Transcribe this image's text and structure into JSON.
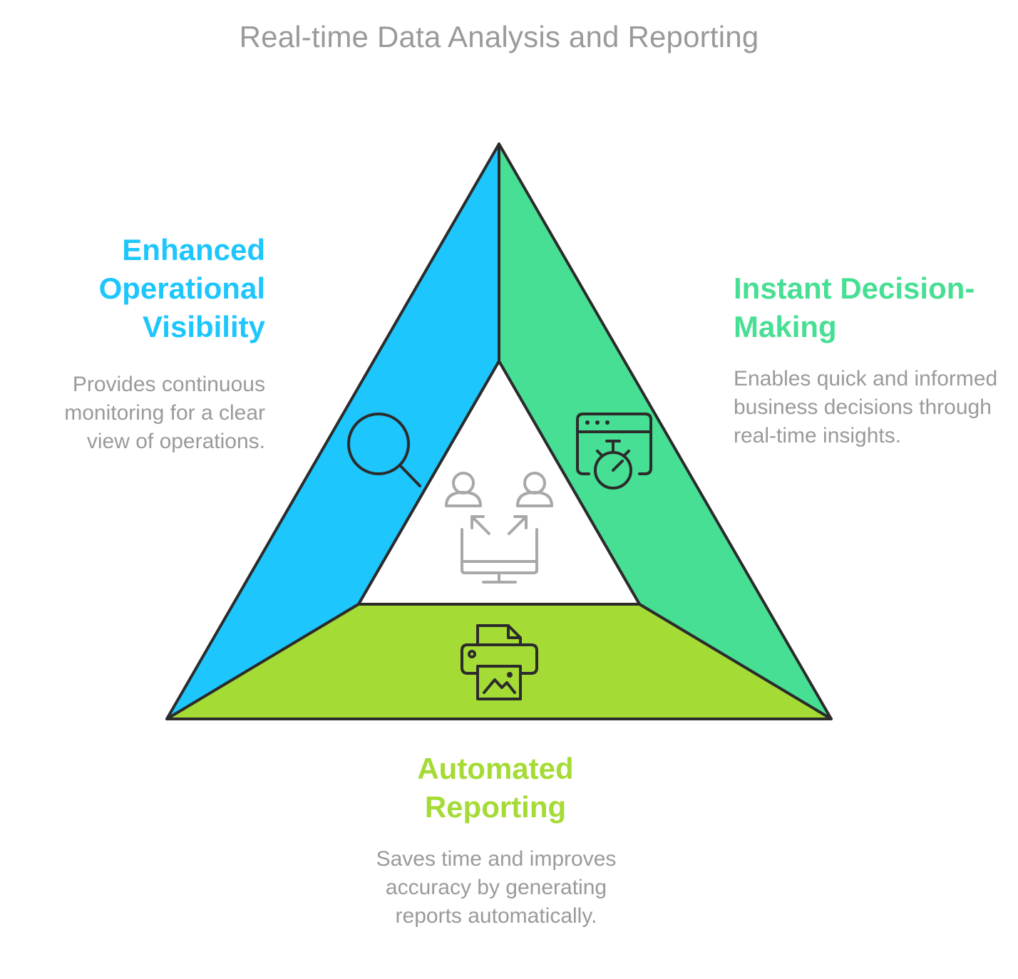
{
  "title": "Real-time Data Analysis and Reporting",
  "colors": {
    "blue": "#1dc6fc",
    "green": "#47df93",
    "lime": "#a5db35",
    "outline": "#2b2b2b",
    "gray_text": "#9a9a9a"
  },
  "sections": {
    "left": {
      "heading": "Enhanced Operational Visibility",
      "description": "Provides continuous monitoring for a clear view of operations.",
      "icon": "magnifying-glass-icon"
    },
    "right": {
      "heading": "Instant Decision-Making",
      "description": "Enables quick and informed business decisions through real-time insights.",
      "icon": "browser-stopwatch-icon"
    },
    "bottom": {
      "heading": "Automated Reporting",
      "description": "Saves time and improves accuracy by generating reports automatically.",
      "icon": "printer-image-icon"
    },
    "center": {
      "icon": "users-monitor-share-icon"
    }
  }
}
